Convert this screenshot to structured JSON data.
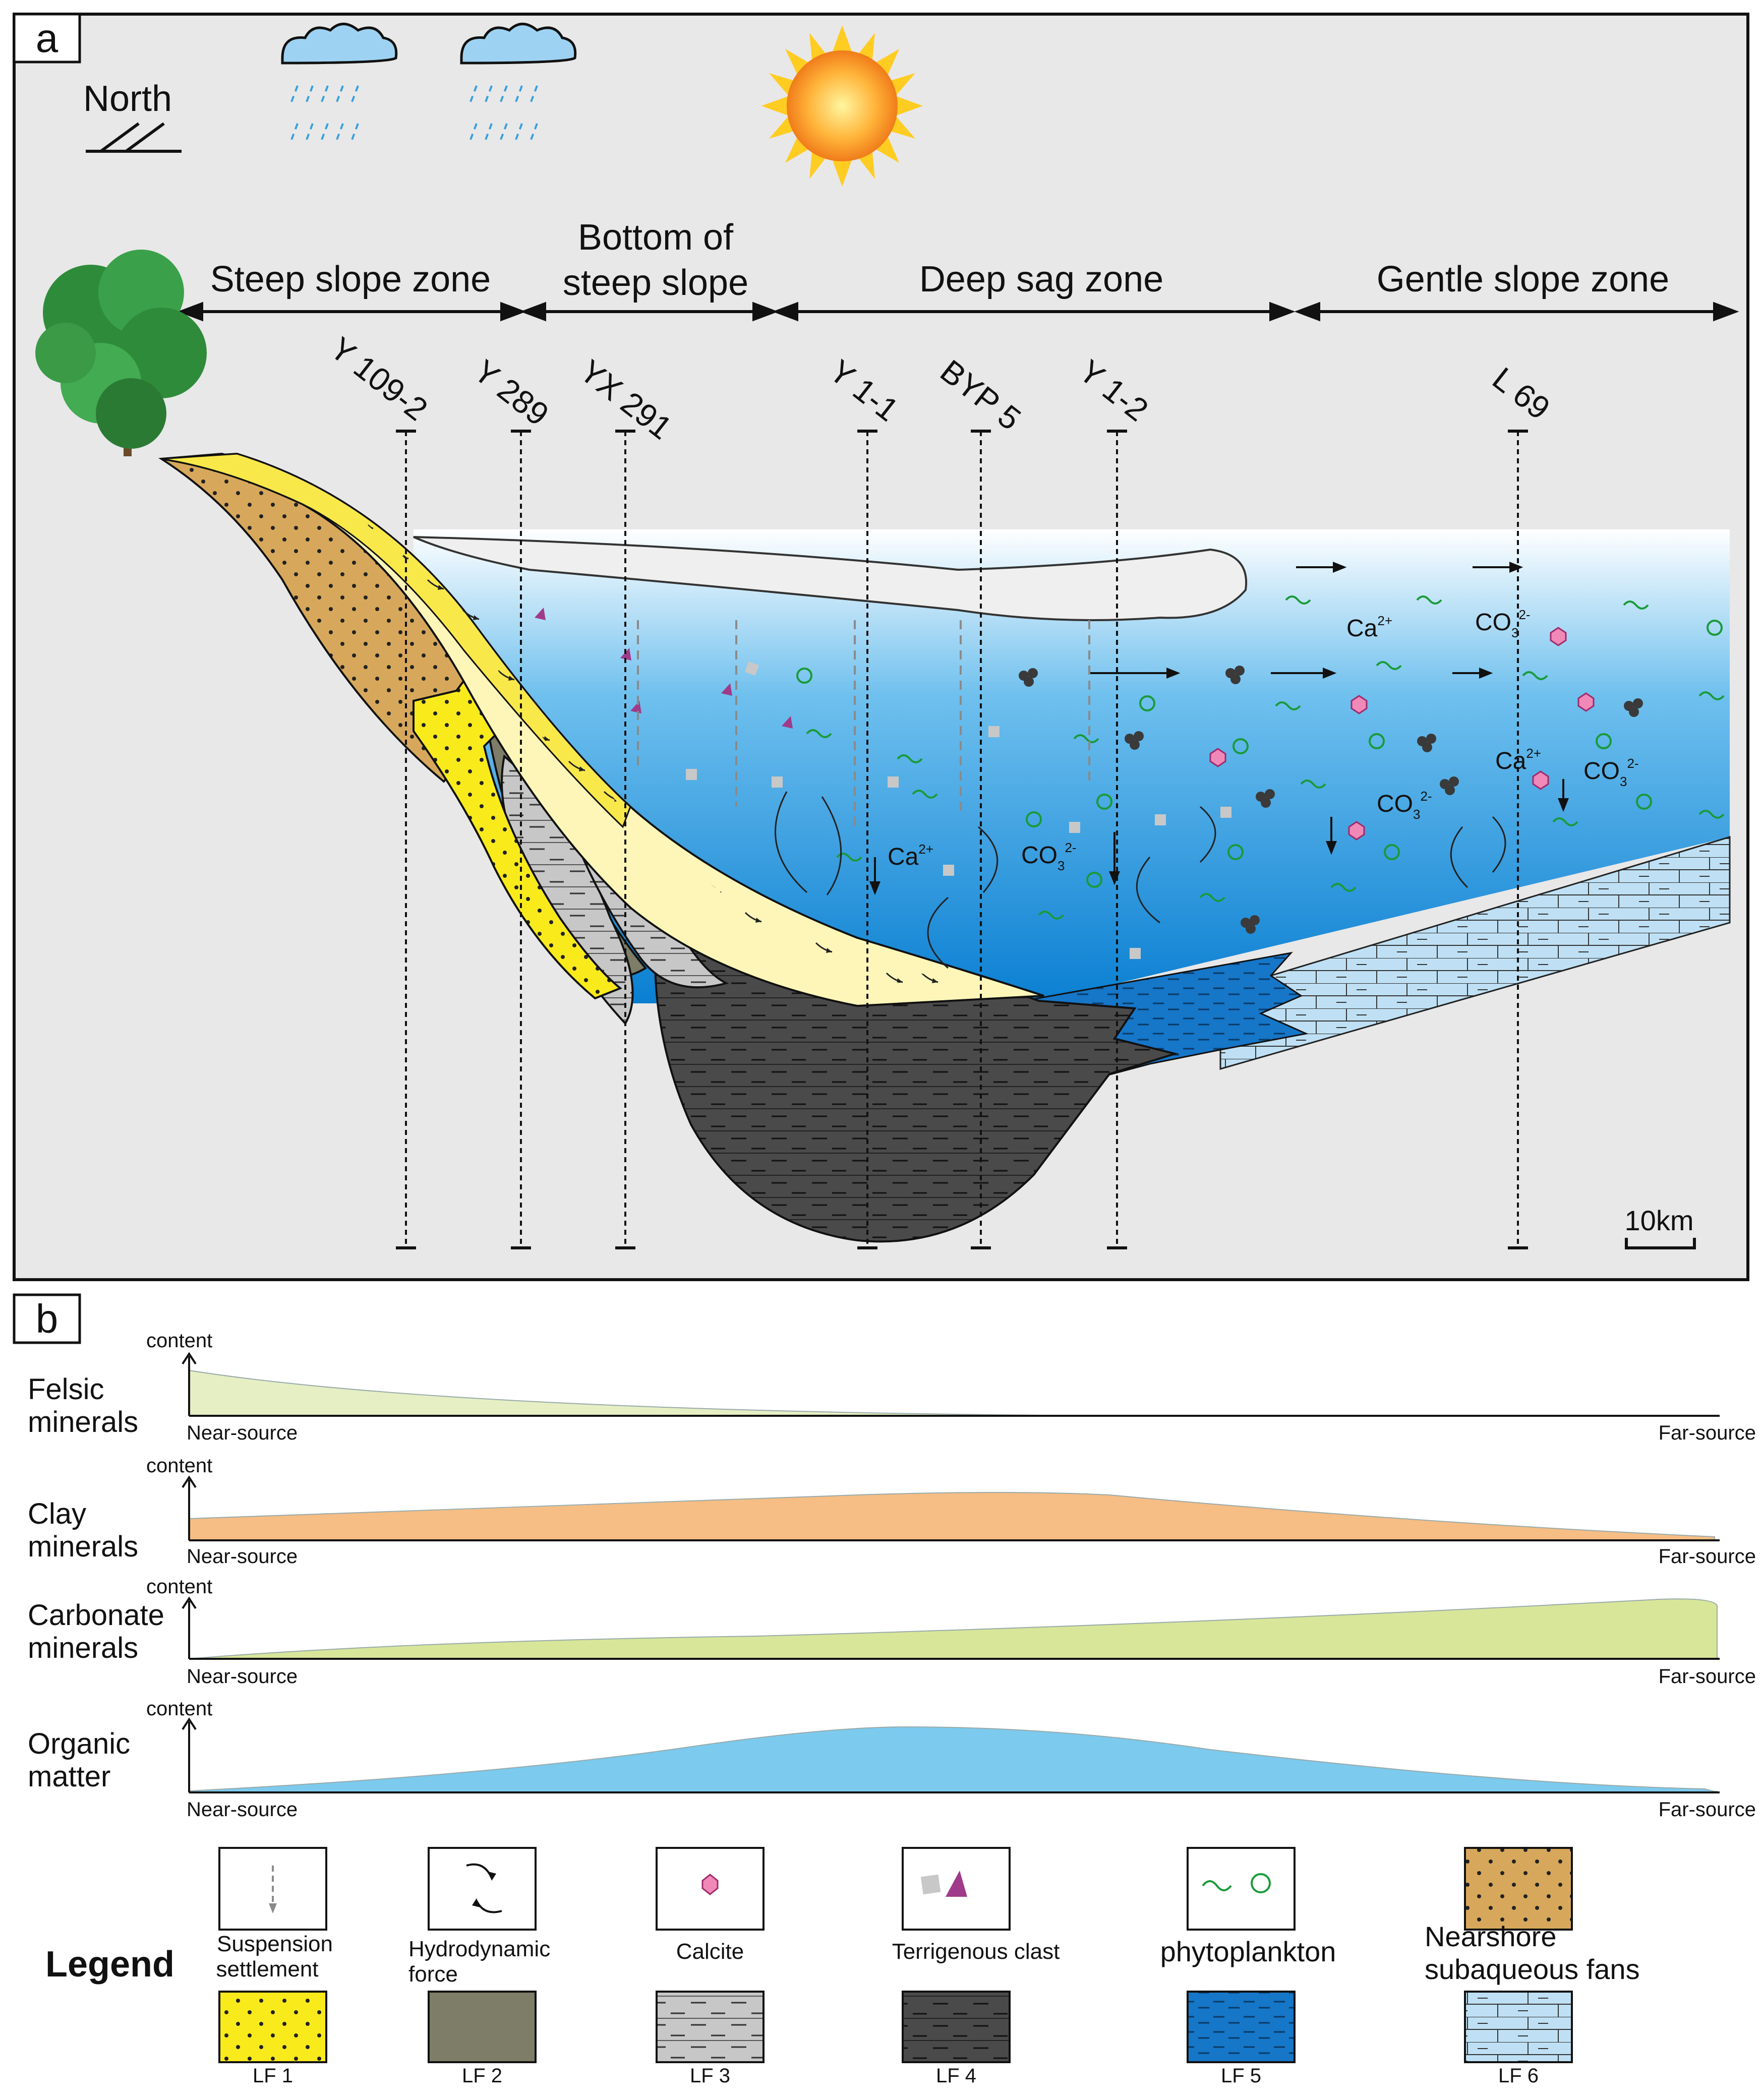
{
  "panel_a": {
    "label": "a",
    "compass": "North",
    "zones": [
      "Steep slope zone",
      "Bottom of",
      "steep slope",
      "Deep sag zone",
      "Gentle slope zone"
    ],
    "wells": [
      "Y 109-2",
      "Y 289",
      "YX 291",
      "Y 1-1",
      "BYP 5",
      "Y 1-2",
      "L 69"
    ],
    "ions": {
      "ca": "Ca",
      "ca_sup": "2+",
      "co3": "CO",
      "co3_sub": "3",
      "co3_sup": "2-"
    },
    "scale": "10km"
  },
  "panel_b": {
    "label": "b",
    "axis_label": "content",
    "near": "Near-source",
    "far": "Far-source",
    "rows": [
      {
        "name1": "Felsic",
        "name2": "minerals",
        "color": "#e6efc4"
      },
      {
        "name1": "Clay",
        "name2": "minerals",
        "color": "#f6bd84"
      },
      {
        "name1": "Carbonate",
        "name2": "minerals",
        "color": "#d8e69a"
      },
      {
        "name1": "Organic",
        "name2": "matter",
        "color": "#7ccaee"
      }
    ]
  },
  "legend": {
    "title": "Legend",
    "items": [
      {
        "label1": "Suspension",
        "label2": "settlement"
      },
      {
        "label1": "Hydrodynamic",
        "label2": "force"
      },
      {
        "label1": "Calcite",
        "label2": ""
      },
      {
        "label1": "Terrigenous clast",
        "label2": ""
      },
      {
        "label1": "phytoplankton",
        "label2": ""
      },
      {
        "label1": "Nearshore",
        "label2": "subaqueous fans"
      }
    ],
    "facies": [
      "LF 1",
      "LF 2",
      "LF 3",
      "LF 4",
      "LF 5",
      "LF 6"
    ]
  }
}
